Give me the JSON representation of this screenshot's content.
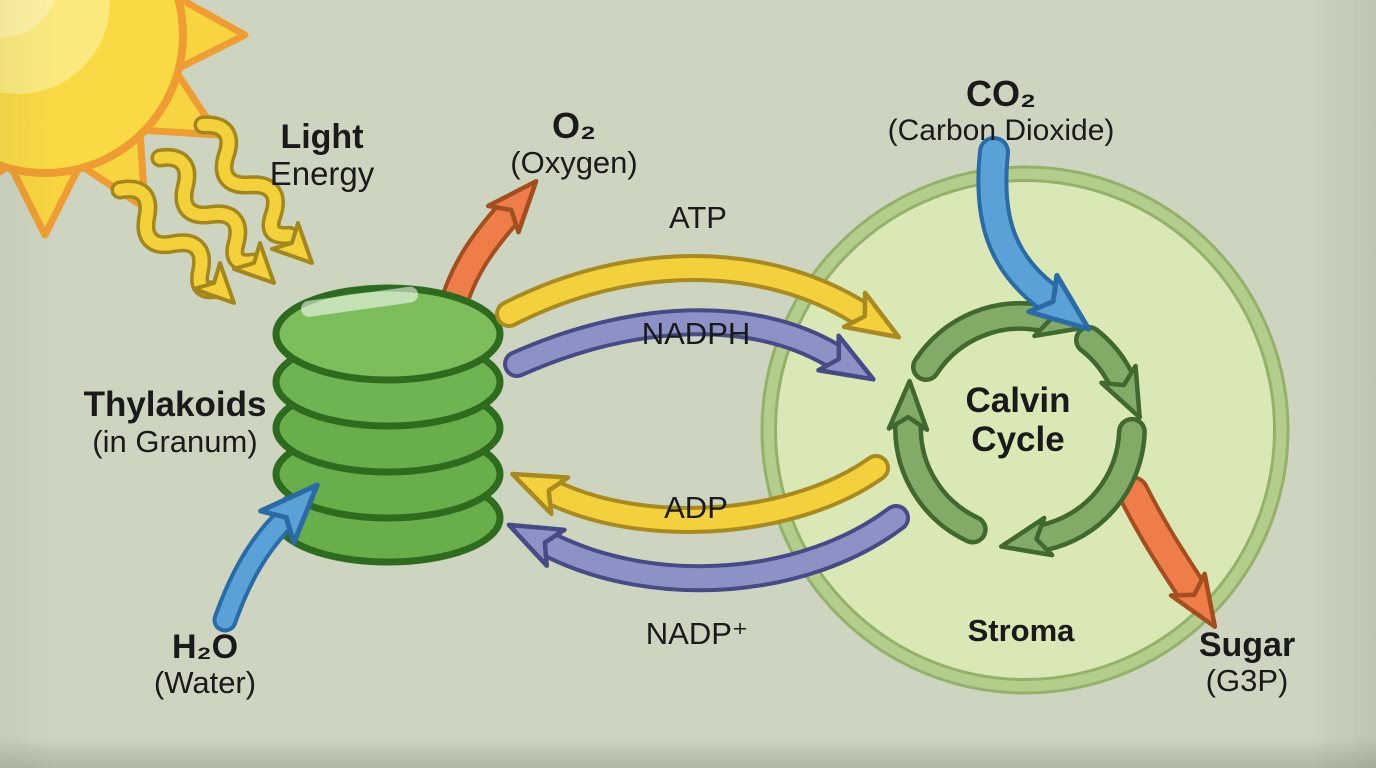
{
  "labels": {
    "light_energy": {
      "line1": "Light",
      "line2": "Energy"
    },
    "oxygen": {
      "formula": "O₂",
      "name": "(Oxygen)"
    },
    "atp": "ATP",
    "nadph": "NADPH",
    "adp": "ADP",
    "nadp_plus": "NADP⁺",
    "co2": {
      "formula": "CO₂",
      "name": "(Carbon Dioxide)"
    },
    "thylakoids": {
      "title": "Thylakoids",
      "subtitle": "(in Granum)"
    },
    "calvin_cycle": {
      "line1": "Calvin",
      "line2": "Cycle"
    },
    "stroma": "Stroma",
    "sugar": {
      "title": "Sugar",
      "subtitle": "(G3P)"
    },
    "water": {
      "formula": "H₂O",
      "name": "(Water)"
    }
  },
  "colors": {
    "background": "#cdd5c0",
    "sun_fill": "#f8d845",
    "sun_outline": "#ef9d33",
    "sun_inner": "#fbe97e",
    "light_ray_fill": "#f2d13a",
    "light_ray_outline": "#a3861c",
    "thylakoid_fill": "#68ae4b",
    "thylakoid_top": "#7cbe5c",
    "thylakoid_outline": "#2f6b1f",
    "stroma_fill": "#d9e8b5",
    "stroma_ring": "#b3cd8c",
    "stroma_ring_edge": "#94b16b",
    "calvin_arrow_fill": "#84aa67",
    "calvin_arrow_outline": "#41682f",
    "atp_adp_arrow_color": "#f3d13c",
    "nadph_arrow_color": "#8d92c6",
    "co2_h2o_arrow_color": "#5aa1d8",
    "o2_sugar_arrow_color": "#ee7d4a",
    "text": "#1a1a1a"
  }
}
